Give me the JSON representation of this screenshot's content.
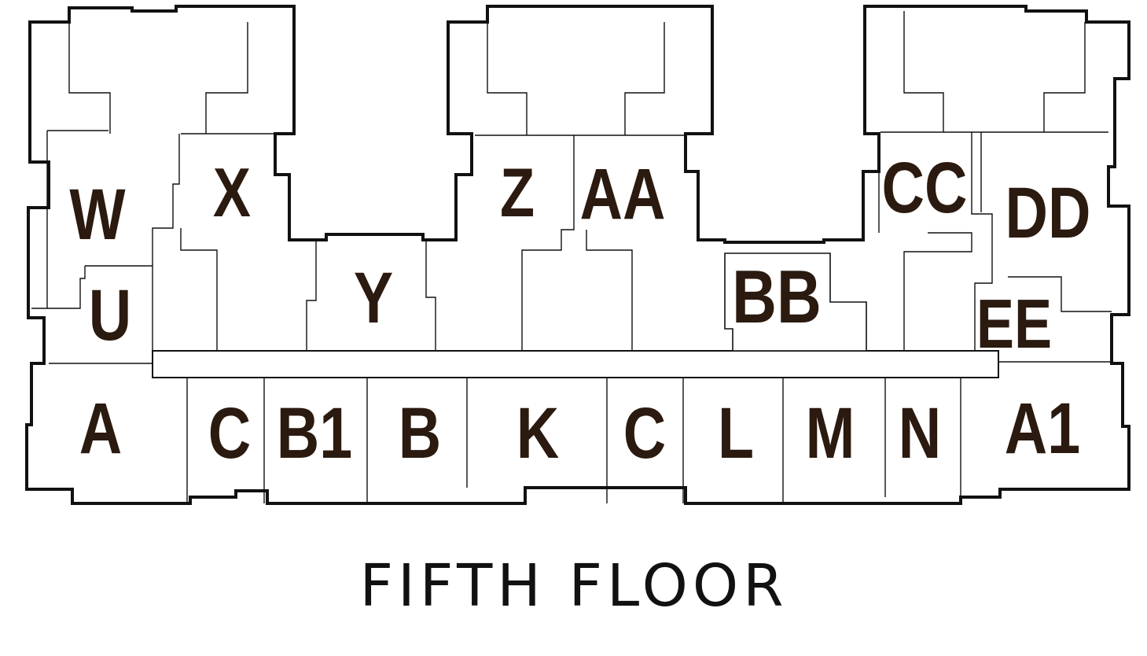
{
  "plan": {
    "title": "FIFTH FLOOR",
    "highlight_color": "#DDA93B",
    "label_color": "#2b1a0f",
    "selected_unit": "BB"
  },
  "units": [
    {
      "id": "W",
      "label": "W",
      "selected": false
    },
    {
      "id": "X",
      "label": "X",
      "selected": false
    },
    {
      "id": "Z",
      "label": "Z",
      "selected": false
    },
    {
      "id": "AA",
      "label": "AA",
      "selected": false
    },
    {
      "id": "CC",
      "label": "CC",
      "selected": false
    },
    {
      "id": "DD",
      "label": "DD",
      "selected": false
    },
    {
      "id": "U",
      "label": "U",
      "selected": false
    },
    {
      "id": "Y",
      "label": "Y",
      "selected": false
    },
    {
      "id": "BB",
      "label": "BB",
      "selected": true
    },
    {
      "id": "EE",
      "label": "EE",
      "selected": false
    },
    {
      "id": "A",
      "label": "A",
      "selected": false
    },
    {
      "id": "C-left",
      "label": "C",
      "selected": false
    },
    {
      "id": "B1",
      "label": "B1",
      "selected": false
    },
    {
      "id": "B",
      "label": "B",
      "selected": false
    },
    {
      "id": "K",
      "label": "K",
      "selected": false
    },
    {
      "id": "C-right",
      "label": "C",
      "selected": false
    },
    {
      "id": "L",
      "label": "L",
      "selected": false
    },
    {
      "id": "M",
      "label": "M",
      "selected": false
    },
    {
      "id": "N",
      "label": "N",
      "selected": false
    },
    {
      "id": "A1",
      "label": "A1",
      "selected": false
    }
  ]
}
